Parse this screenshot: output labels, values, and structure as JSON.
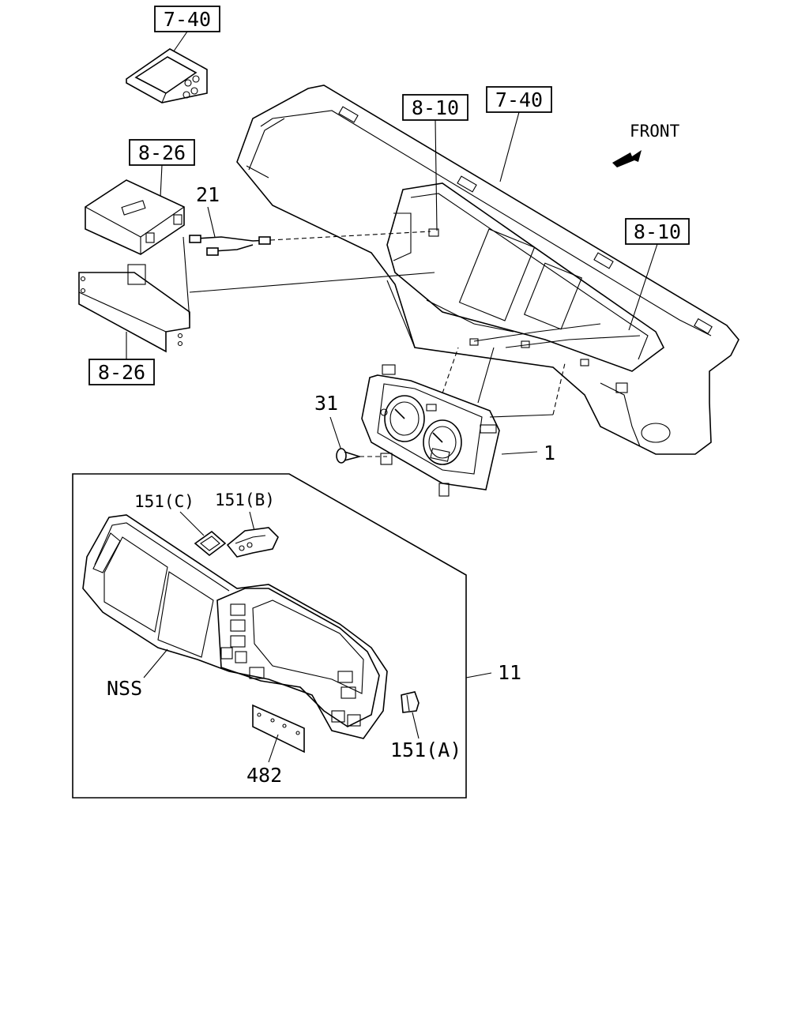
{
  "diagram": {
    "direction_label": "FRONT",
    "ref_labels": {
      "ref_7_40_top": "7-40",
      "ref_7_40_dash": "7-40",
      "ref_8_10_left": "8-10",
      "ref_8_10_right": "8-10",
      "ref_8_26_top": "8-26",
      "ref_8_26_bottom": "8-26"
    },
    "part_labels": {
      "part_21": "21",
      "part_31": "31",
      "part_1": "1",
      "part_11": "11",
      "part_151c": "151(C)",
      "part_151b": "151(B)",
      "part_151a": "151(A)",
      "part_nss": "NSS",
      "part_482": "482"
    }
  }
}
